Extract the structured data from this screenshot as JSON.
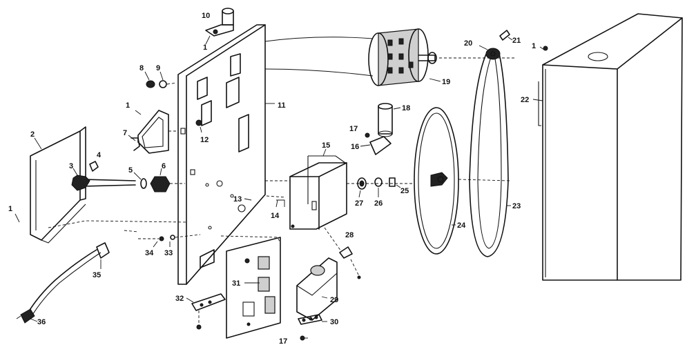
{
  "diagram": {
    "callouts": {
      "c1a": "1",
      "c1b": "1",
      "c1c": "1",
      "c1d": "1",
      "c2": "2",
      "c3": "3",
      "c4": "4",
      "c5": "5",
      "c6": "6",
      "c7": "7",
      "c8": "8",
      "c9": "9",
      "c10": "10",
      "c11": "11",
      "c12": "12",
      "c13": "13",
      "c14": "14",
      "c15": "15",
      "c16": "16",
      "c17a": "17",
      "c17b": "17",
      "c18": "18",
      "c19": "19",
      "c20": "20",
      "c21": "21",
      "c22": "22",
      "c23": "23",
      "c24": "24",
      "c25": "25",
      "c26": "26",
      "c27": "27",
      "c28": "28",
      "c29": "29",
      "c30": "30",
      "c31": "31",
      "c32": "32",
      "c33": "33",
      "c34": "34",
      "c35": "35",
      "c36": "36"
    }
  }
}
